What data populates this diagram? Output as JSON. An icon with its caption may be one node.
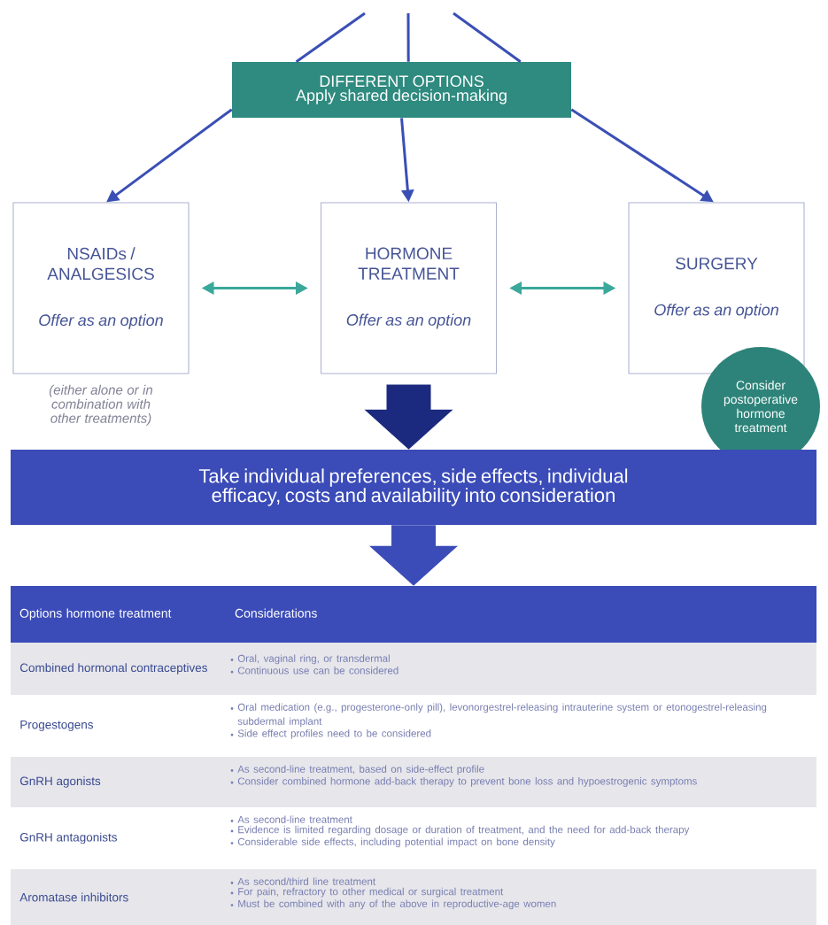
{
  "diagram": {
    "nodes": [
      {
        "text": [
          "DIFFERENT OPTIONS",
          "Apply shared decision-making"
        ]
      },
      {
        "text": [
          "NSAIDs / ANALGESICS",
          "Offer as an option"
        ],
        "beside": [
          "(either alone or in combination with other treatments)"
        ]
      },
      {
        "text": [
          "HORMONE TREATMENT",
          "Offer as an option"
        ]
      },
      {
        "text": [
          "SURGERY",
          "Offer as  an option"
        ]
      },
      {
        "text": [
          "Consider postoperative hormone treatment"
        ]
      },
      {
        "text": [
          "Take individual preferences, side effects, individual efficacy, costs and availability into consideration"
        ]
      },
      {
        "text": [
          "Options hormone treatment",
          "Considerations"
        ]
      }
    ],
    "edges": [
      {
        "from": null,
        "to": 0,
        "arrow": "none"
      },
      {
        "from": null,
        "to": 0,
        "arrow": "none"
      },
      {
        "from": null,
        "to": 0,
        "arrow": "none"
      },
      {
        "from": 0,
        "to": 1,
        "arrow": "to"
      },
      {
        "from": 0,
        "to": 2,
        "arrow": "to"
      },
      {
        "from": 0,
        "to": 3,
        "arrow": "to"
      },
      {
        "from": 1,
        "to": 2,
        "arrow": "both",
        "color": "#3aa89a"
      },
      {
        "from": 2,
        "to": 3,
        "arrow": "both",
        "color": "#3aa89a"
      },
      {
        "from": 2,
        "to": 5,
        "arrow": "to",
        "style": "thick",
        "color": "#1b2a7e"
      },
      {
        "from": 5,
        "to": 6,
        "arrow": "to",
        "style": "thick",
        "color": "#3b4cb8"
      }
    ],
    "labels": [
      "Combined hormonal contraceptives",
      "Oral, vaginal ring, or transdermal",
      "Continuous use can be considered",
      "Progestogens",
      "Oral medication (e.g., progesterone-only pill), levonorgestrel-releasing intrauterine system or etonogestrel-releasing subdermal implant",
      "Side effect profiles need to be considered",
      "GnRH agonists",
      "As second-line treatment, based on side-effect profile",
      "Consider combined hormone add-back therapy to prevent bone loss and hypoestrogenic symptoms",
      "GnRH antagonists",
      "As second-line treatment",
      "Evidence is limited regarding dosage or duration of treatment, and the need for add-back therapy",
      "Considerable side effects, including potential impact on bone density",
      "Aromatase inhibitors",
      "As second/third line treatment",
      "For pain, refractory to other medical or surgical treatment",
      "Must be combined with any of the above in reproductive-age women"
    ]
  }
}
